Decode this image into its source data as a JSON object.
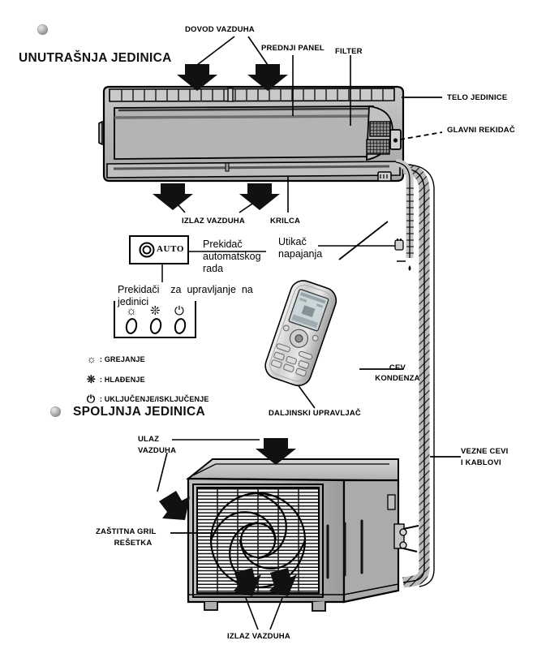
{
  "document": {
    "title": "Šema klima uređaja — unutrašnja i spoljnja jedinica",
    "language": "sr"
  },
  "sections": {
    "indoor": {
      "heading": "UNUTRAŠNJA JEDINICA",
      "bullet_icon": "sphere-bullet-icon"
    },
    "outdoor": {
      "heading": "SPOLJNJA JEDINICA",
      "bullet_icon": "sphere-bullet-icon"
    }
  },
  "labels": {
    "air_supply": "DOVOD VAZDUHA",
    "front_panel": "PREDNJI PANEL",
    "filter": "FILTER",
    "unit_body": "TELO JEDINICE",
    "main_switch": "GLAVNI REKIDAČ",
    "air_outlet_indoor": "IZLAZ VAZDUHA",
    "louvers": "KRILCA",
    "power_plug_line1": "Utikač",
    "power_plug_line2": "napajanja",
    "auto_switch_line1": "Prekidač",
    "auto_switch_line2": "automatskog",
    "auto_switch_line3": "rada",
    "unit_switches_line1": "Prekidači    za  upravljanje  na",
    "unit_switches_line2": "jedinici",
    "auto_button_text": "AUTO",
    "condensate_pipe_line1": "CEV",
    "condensate_pipe_line2": "KONDENZA",
    "remote_control": "DALJINSKI UPRAVLJAČ",
    "connecting_pipes_line1": "VEZNE CEVI",
    "connecting_pipes_line2": "I KABLOVI",
    "air_inlet_line1": "ULAZ",
    "air_inlet_line2": "VAZDUHA",
    "protective_grill_line1": "ZAŠTITNA GRIL",
    "protective_grill_line2": "REŠETKA",
    "air_outlet_outdoor": "IZLAZ VAZDUHA"
  },
  "legend": [
    {
      "glyph": "☼",
      "icon": "sun-heating-icon",
      "text": ": GREJANJE"
    },
    {
      "glyph": "❊",
      "icon": "snowflake-cooling-icon",
      "text": ": HLAĐENJE"
    },
    {
      "glyph": "⏻",
      "icon": "power-onoff-icon",
      "text": ": UKLJUČENJE/ISKLJUČENJE"
    }
  ],
  "switch_icons": [
    {
      "icon": "sun-heating-icon",
      "glyph": "☼"
    },
    {
      "icon": "snowflake-cooling-icon",
      "glyph": "❊"
    },
    {
      "icon": "power-onoff-icon",
      "glyph": "⏻"
    }
  ],
  "colors": {
    "line": "#000000",
    "body_gray": "#b7b7b7",
    "body_gray_dark": "#8f8f8f",
    "body_gray_light": "#d2d2d2",
    "shadow_gray": "#6e6e6e",
    "background": "#ffffff"
  }
}
